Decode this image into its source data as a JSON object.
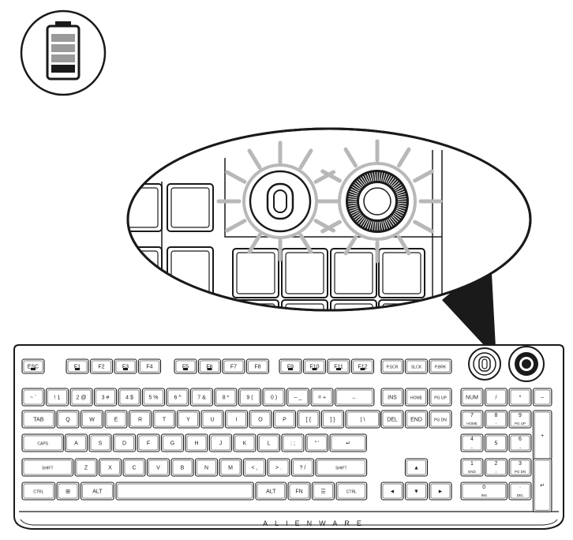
{
  "battery": {
    "icon": "battery-full-icon",
    "levels": 4,
    "charge_fraction": 1.0
  },
  "brand": "ALIENWARE",
  "indicator_color": "#b8b8b8",
  "line_color": "#1a1a1a",
  "keyboard": {
    "rows": [
      [
        {
          "label": "ESC",
          "icon": "eject"
        },
        {
          "label": "F1",
          "icon": "record"
        },
        {
          "label": "F2"
        },
        {
          "label": "F3",
          "icon": "brightness"
        },
        {
          "label": "F4"
        },
        {
          "label": "F5",
          "icon": "wireless"
        },
        {
          "label": "F6",
          "icon": "keyboard"
        },
        {
          "label": "F7"
        },
        {
          "label": "F8"
        },
        {
          "label": "F9",
          "icon": "previous"
        },
        {
          "label": "F10",
          "icon": "play-pause"
        },
        {
          "label": "F11",
          "icon": "stop"
        },
        {
          "label": "F12",
          "icon": "next"
        },
        {
          "label": "P.SCR"
        },
        {
          "label": "SLCK"
        },
        {
          "label": "P.BRK"
        }
      ],
      [
        {
          "label": "~ `"
        },
        {
          "label": "! 1"
        },
        {
          "label": "2 @"
        },
        {
          "label": "3 #"
        },
        {
          "label": "4 $"
        },
        {
          "label": "5 %"
        },
        {
          "label": "6 ^"
        },
        {
          "label": "7 &"
        },
        {
          "label": "8 *"
        },
        {
          "label": "9 ("
        },
        {
          "label": "0 )"
        },
        {
          "label": "– _"
        },
        {
          "label": "= +"
        },
        {
          "label": "←"
        },
        {
          "label": "INS"
        },
        {
          "label": "HOME"
        },
        {
          "label": "PG UP"
        },
        {
          "label": "NUM"
        },
        {
          "label": "/"
        },
        {
          "label": "*"
        },
        {
          "label": "–"
        }
      ],
      [
        {
          "label": "TAB"
        },
        {
          "label": "Q"
        },
        {
          "label": "W"
        },
        {
          "label": "E"
        },
        {
          "label": "R"
        },
        {
          "label": "T"
        },
        {
          "label": "Y"
        },
        {
          "label": "U"
        },
        {
          "label": "I"
        },
        {
          "label": "O"
        },
        {
          "label": "P"
        },
        {
          "label": "[ {"
        },
        {
          "label": "] }"
        },
        {
          "label": "| \\"
        },
        {
          "label": "DEL"
        },
        {
          "label": "END"
        },
        {
          "label": "PG DN"
        },
        {
          "label": "7",
          "sub": "HOME"
        },
        {
          "label": "8",
          "sub": "↑"
        },
        {
          "label": "9",
          "sub": "PG UP"
        },
        {
          "label": "+"
        }
      ],
      [
        {
          "label": "CAPS"
        },
        {
          "label": "A"
        },
        {
          "label": "S"
        },
        {
          "label": "D"
        },
        {
          "label": "F"
        },
        {
          "label": "G"
        },
        {
          "label": "H"
        },
        {
          "label": "J"
        },
        {
          "label": "K"
        },
        {
          "label": "L"
        },
        {
          "label": ": ;"
        },
        {
          "label": "\" '"
        },
        {
          "label": "↵"
        },
        {
          "label": "4",
          "sub": "←"
        },
        {
          "label": "5"
        },
        {
          "label": "6",
          "sub": "→"
        }
      ],
      [
        {
          "label": "SHIFT"
        },
        {
          "label": "Z"
        },
        {
          "label": "X"
        },
        {
          "label": "C"
        },
        {
          "label": "V"
        },
        {
          "label": "B"
        },
        {
          "label": "N"
        },
        {
          "label": "M"
        },
        {
          "label": "< ,"
        },
        {
          "label": "> ."
        },
        {
          "label": "? /"
        },
        {
          "label": "SHIFT"
        },
        {
          "label": "▲"
        },
        {
          "label": "1",
          "sub": "END"
        },
        {
          "label": "2",
          "sub": "↓"
        },
        {
          "label": "3",
          "sub": "PG DN"
        },
        {
          "label": "↵"
        }
      ],
      [
        {
          "label": "CTRL"
        },
        {
          "label": "⊞"
        },
        {
          "label": "ALT"
        },
        {
          "label": ""
        },
        {
          "label": "ALT"
        },
        {
          "label": "FN"
        },
        {
          "label": "☰"
        },
        {
          "label": "CTRL"
        },
        {
          "label": "◄"
        },
        {
          "label": "▼"
        },
        {
          "label": "►"
        },
        {
          "label": "0",
          "sub": "INS"
        },
        {
          "label": "·",
          "sub": "DEL"
        }
      ]
    ]
  }
}
